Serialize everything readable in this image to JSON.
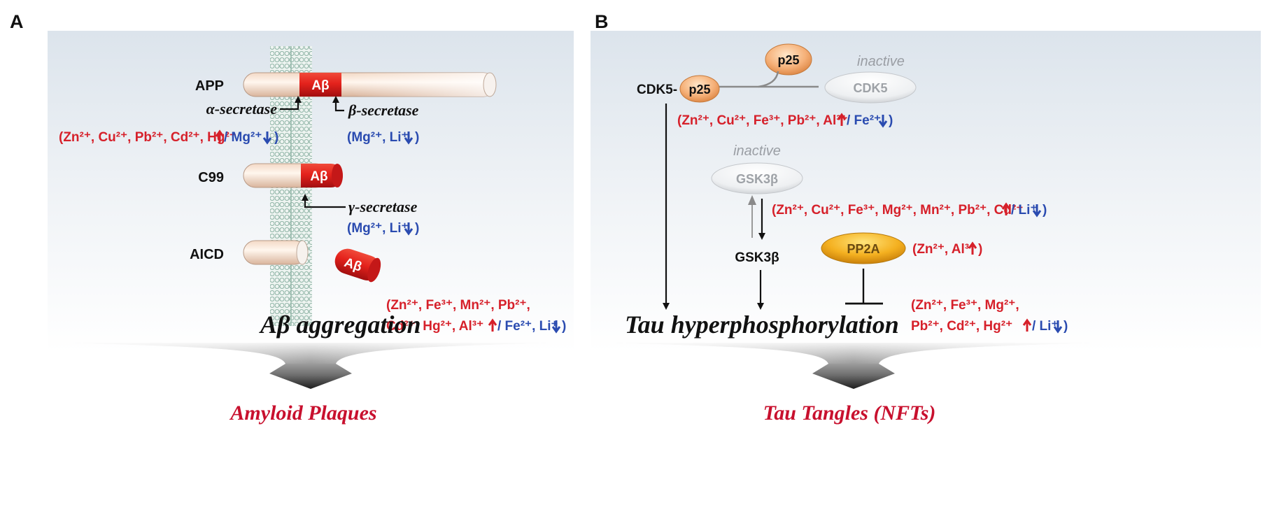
{
  "panel_a": {
    "letter": "A",
    "app": "APP",
    "c99": "C99",
    "aicd": "AICD",
    "abeta": "Aβ",
    "alpha_secretase": "α-secretase",
    "beta_secretase": "β-secretase",
    "gamma_secretase": "γ-secretase",
    "alpha_ions_up": "(Zn²⁺, Cu²⁺, Pb²⁺, Cd²⁺, Hg²⁺",
    "alpha_ions_down": "/ Mg²⁺",
    "beta_ions": "(Mg²⁺, Li⁺",
    "gamma_ions": "(Mg²⁺, Li⁺",
    "agg_ions_line1": "(Zn²⁺, Fe³⁺, Mn²⁺, Pb²⁺,",
    "agg_ions_line2_up": "Cd²⁺, Hg²⁺, Al³⁺",
    "agg_ions_line2_down": "/ Fe²⁺, Li⁺",
    "aggregation_label": "Aβ aggregation",
    "outcome": "Amyloid Plaques"
  },
  "panel_b": {
    "letter": "B",
    "p25": "p25",
    "inactive_cdk5": "inactive",
    "cdk5": "CDK5",
    "cdk5_complex": "CDK5-",
    "cdk5_ions_up": "(Zn²⁺, Cu²⁺, Fe³⁺, Pb²⁺, Al³⁺",
    "cdk5_ions_down": "/ Fe²⁺",
    "inactive_gsk": "inactive",
    "gsk_inactive": "GSK3β",
    "gsk_ions_up": "(Zn²⁺, Cu²⁺, Fe³⁺, Mg²⁺, Mn²⁺, Pb²⁺, Cd²⁺",
    "gsk_ions_down": "/ Li⁺",
    "gsk_active": "GSK3β",
    "pp2a": "PP2A",
    "pp2a_ions": "(Zn²⁺, Al³⁺",
    "tau_ions_line1": "(Zn²⁺, Fe³⁺, Mg²⁺,",
    "tau_ions_line2_up": "Pb²⁺, Cd²⁺, Hg²⁺",
    "tau_ions_line2_down": "/ Li⁺",
    "tau_label": "Tau hyperphosphorylation",
    "outcome": "Tau Tangles (NFTs)"
  },
  "colors": {
    "increase": "#d6202a",
    "decrease": "#2a4bb0",
    "abeta": "#d81e1e",
    "outcome": "#c8102e"
  }
}
